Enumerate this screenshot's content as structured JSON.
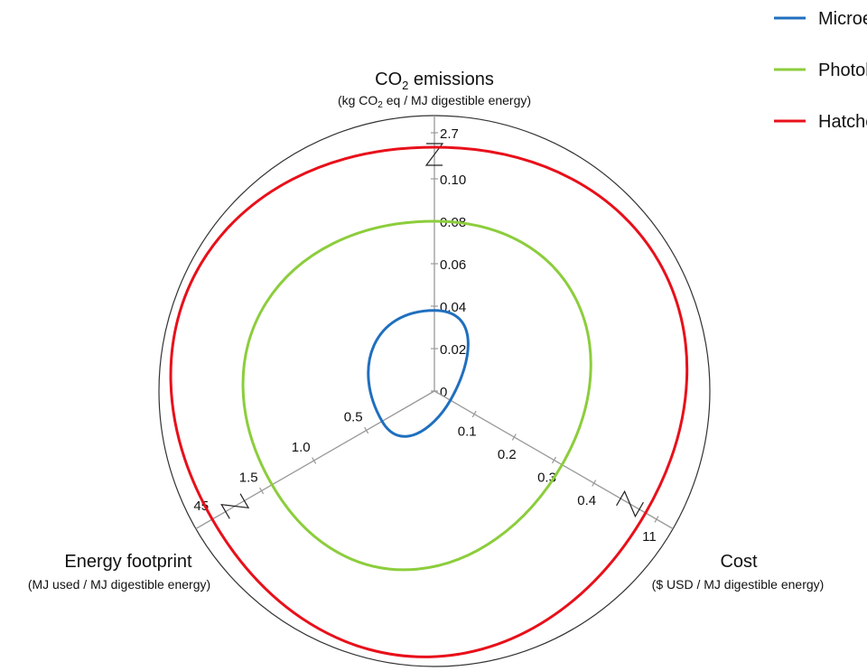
{
  "chart_data": {
    "type": "radar",
    "legend_position": "top-right",
    "legend": [
      {
        "name": "Microencapsulated diet",
        "color": "#1f6fbf"
      },
      {
        "name": "Photobioreactor algae",
        "color": "#8ccd3c"
      },
      {
        "name": "Hatchery algae",
        "color": "#e8101a"
      }
    ],
    "axes": [
      {
        "key": "co2",
        "title_main": "CO",
        "title_sub": "2",
        "title_rest": " emissions",
        "subtitle_parts": [
          "(kg CO",
          "2",
          " eq / MJ digestible energy)"
        ],
        "ticks": [
          "0",
          "0.02",
          "0.04",
          "0.06",
          "0.08",
          "0.10"
        ],
        "tick_values": [
          0,
          0.02,
          0.04,
          0.06,
          0.08,
          0.1
        ],
        "break_label": "2.7"
      },
      {
        "key": "energy",
        "title": "Energy footprint",
        "subtitle": "(MJ used / MJ digestible energy)",
        "ticks": [
          "0.5",
          "1.0",
          "1.5"
        ],
        "tick_values": [
          0.5,
          1.0,
          1.5
        ],
        "break_label": "45"
      },
      {
        "key": "cost",
        "title": "Cost",
        "subtitle": "($ USD / MJ digestible energy)",
        "ticks": [
          "0.1",
          "0.2",
          "0.3",
          "0.4"
        ],
        "tick_values": [
          0.1,
          0.2,
          0.3,
          0.4
        ],
        "break_label": "11"
      }
    ],
    "series": [
      {
        "name": "Microencapsulated diet",
        "co2": 0.038,
        "energy": 0.35,
        "cost": 0.04
      },
      {
        "name": "Photobioreactor algae",
        "co2": 0.08,
        "energy": 1.4,
        "cost": 0.32
      },
      {
        "name": "Hatchery algae",
        "co2": 2.6,
        "energy": 45,
        "cost": 11
      }
    ]
  }
}
